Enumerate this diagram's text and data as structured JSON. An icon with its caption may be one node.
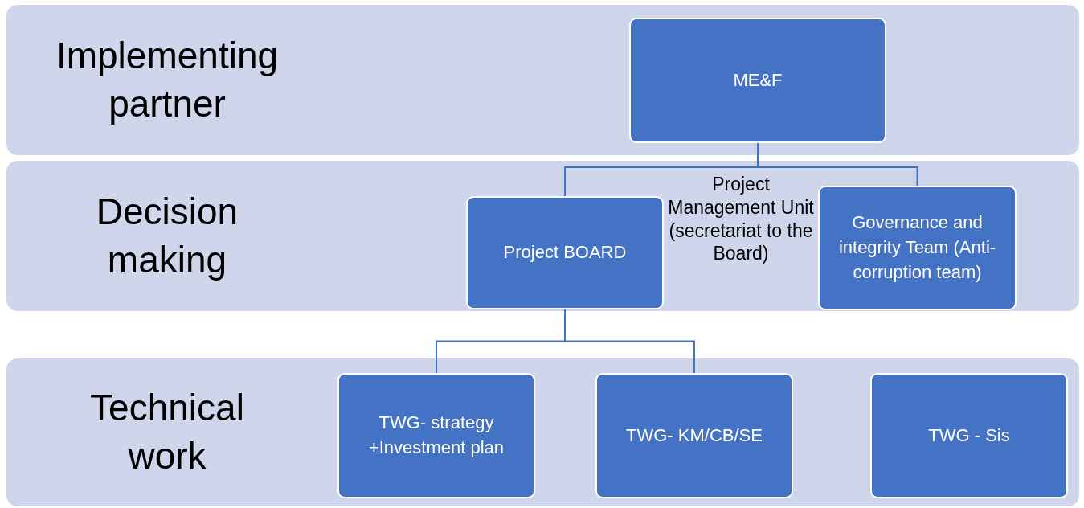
{
  "diagram": {
    "nodes": [
      {
        "text": [
          "Implementing partner"
        ]
      },
      {
        "text": [
          "ME&F"
        ],
        "in": 0
      },
      {
        "text": [
          "Decision making"
        ]
      },
      {
        "text": [
          "Project BOARD"
        ],
        "in": 2
      },
      {
        "text": [
          "Governance  and integrity  Team (Anti-corruption team)"
        ],
        "in": 2
      },
      {
        "text": [
          "Technical work"
        ]
      },
      {
        "text": [
          "TWG- strategy +Investment plan"
        ],
        "in": 5
      },
      {
        "text": [
          "TWG- KM/CB/SE"
        ],
        "in": 5
      },
      {
        "text": [
          "TWG - Sis"
        ],
        "in": 5
      }
    ],
    "edges": [
      {
        "from": 1,
        "to": 3,
        "arrow": "none"
      },
      {
        "from": 1,
        "to": 4,
        "arrow": "none"
      },
      {
        "from": 3,
        "to": 6,
        "arrow": "none"
      },
      {
        "from": 3,
        "to": 7,
        "arrow": "none"
      }
    ],
    "labels": [
      "Project Management Unit (secretariat to the Board)"
    ]
  }
}
